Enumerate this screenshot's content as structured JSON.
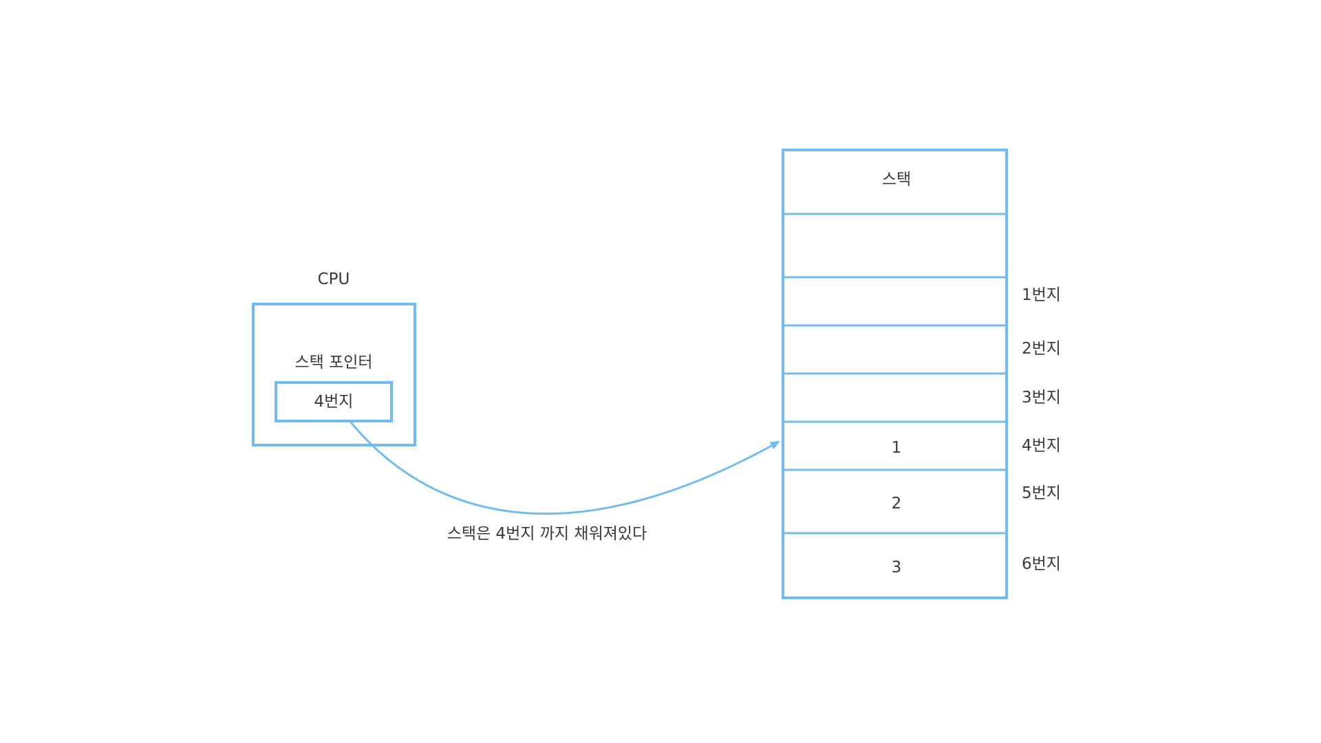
{
  "colors": {
    "accent": "#72bbf0",
    "text": "#3a3a3a",
    "background": "#ffffff"
  },
  "cpu": {
    "title": "CPU",
    "register_label": "스택 포인터",
    "register_value": "4번지"
  },
  "stack": {
    "title": "스택",
    "slots": [
      {
        "value": ""
      },
      {
        "value": ""
      },
      {
        "value": ""
      },
      {
        "value": "1"
      },
      {
        "value": "2"
      },
      {
        "value": "3"
      }
    ],
    "addresses": [
      "1번지",
      "2번지",
      "3번지",
      "4번지",
      "5번지",
      "6번지"
    ]
  },
  "arrow": {
    "label": "스택은 4번지 까지 채워져있다"
  }
}
